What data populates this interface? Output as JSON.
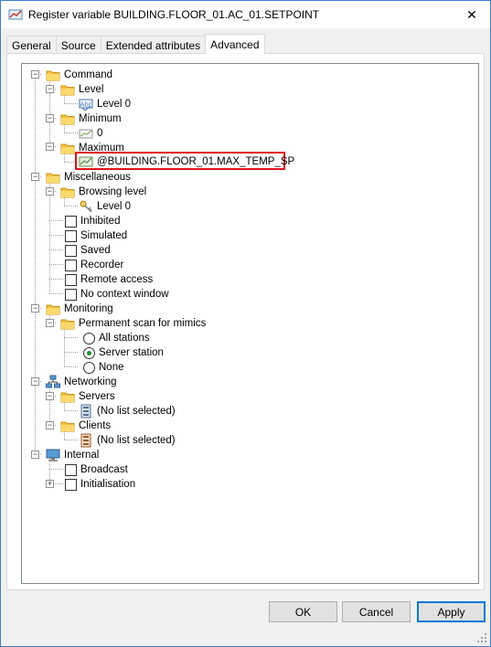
{
  "window": {
    "title": "Register variable BUILDING.FLOOR_01.AC_01.SETPOINT",
    "close_symbol": "✕"
  },
  "tabs": [
    {
      "label": "General",
      "active": false
    },
    {
      "label": "Source",
      "active": false
    },
    {
      "label": "Extended attributes",
      "active": false
    },
    {
      "label": "Advanced",
      "active": true
    }
  ],
  "tree": {
    "command": {
      "label": "Command",
      "level": {
        "label": "Level",
        "value": "Level 0"
      },
      "minimum": {
        "label": "Minimum",
        "value": "0"
      },
      "maximum": {
        "label": "Maximum",
        "value": "@BUILDING.FLOOR_01.MAX_TEMP_SP"
      }
    },
    "miscellaneous": {
      "label": "Miscellaneous",
      "browsing_level": {
        "label": "Browsing level",
        "value": "Level 0"
      },
      "checkboxes": [
        {
          "label": "Inhibited",
          "checked": false
        },
        {
          "label": "Simulated",
          "checked": false
        },
        {
          "label": "Saved",
          "checked": false
        },
        {
          "label": "Recorder",
          "checked": false
        },
        {
          "label": "Remote access",
          "checked": false
        },
        {
          "label": "No context window",
          "checked": false
        }
      ]
    },
    "monitoring": {
      "label": "Monitoring",
      "permanent_scan": {
        "label": "Permanent scan for mimics",
        "options": [
          {
            "label": "All stations",
            "selected": false
          },
          {
            "label": "Server station",
            "selected": true
          },
          {
            "label": "None",
            "selected": false
          }
        ]
      }
    },
    "networking": {
      "label": "Networking",
      "servers": {
        "label": "Servers",
        "value": "(No list selected)"
      },
      "clients": {
        "label": "Clients",
        "value": "(No list selected)"
      }
    },
    "internal": {
      "label": "Internal",
      "broadcast": {
        "label": "Broadcast",
        "checked": false
      },
      "initialisation": {
        "label": "Initialisation",
        "checked": false
      }
    }
  },
  "buttons": {
    "ok": "OK",
    "cancel": "Cancel",
    "apply": "Apply"
  },
  "colors": {
    "highlight": "#e0121a",
    "folder": "#f5c242",
    "accent": "#0078d7",
    "radio_dot": "#1a8f3a"
  }
}
